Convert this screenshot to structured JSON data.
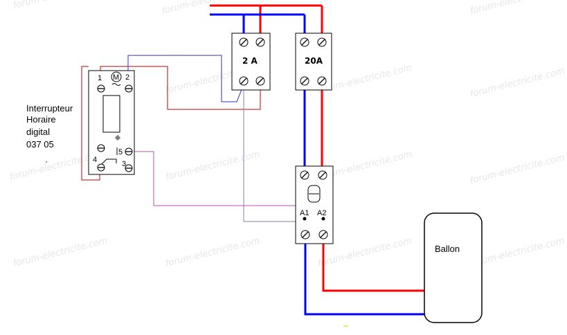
{
  "timer_switch": {
    "title_line1": "Interrupteur",
    "title_line2": "Horaire",
    "title_line3": "digital",
    "title_line4": "037 05",
    "terminal_1": "1",
    "terminal_2": "2",
    "terminal_3": "3",
    "terminal_4": "4",
    "terminal_5": "5",
    "motor_symbol": "M"
  },
  "breaker_small": {
    "label": "2 A"
  },
  "breaker_large": {
    "label": "20A"
  },
  "contactor": {
    "coil_a1": "A1",
    "coil_a2": "A2"
  },
  "load": {
    "label": "Ballon"
  },
  "watermark": "forum-electricite.com",
  "colors": {
    "phase": "#ff0000",
    "neutral": "#0000ff",
    "control_red": "#c00000",
    "control_blue": "#3030c0",
    "control_purple": "#b050b0",
    "control_grey": "#8080a0"
  }
}
